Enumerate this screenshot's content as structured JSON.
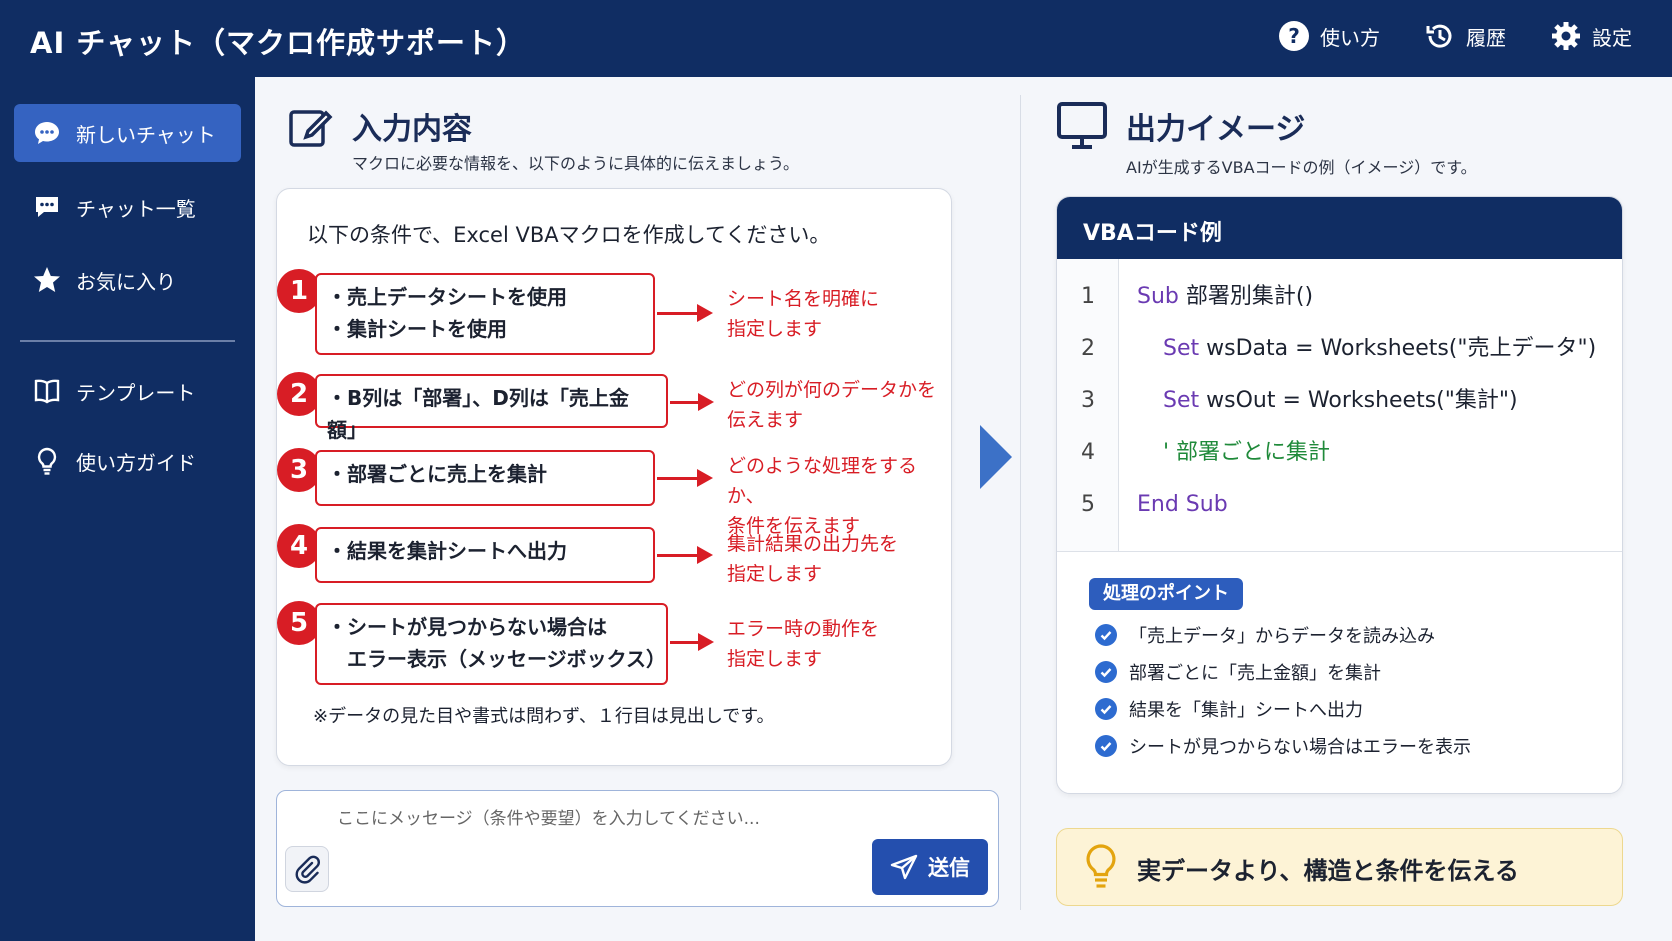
{
  "app": {
    "title": "AI チャット（マクロ作成サポート）"
  },
  "topbar": {
    "help": "使い方",
    "history": "履歴",
    "settings": "設定"
  },
  "sidebar": {
    "items": [
      {
        "label": "新しいチャット",
        "icon": "chat-bubble-icon"
      },
      {
        "label": "チャット一覧",
        "icon": "chat-list-icon"
      },
      {
        "label": "お気に入り",
        "icon": "star-icon"
      },
      {
        "label": "テンプレート",
        "icon": "book-icon"
      },
      {
        "label": "使い方ガイド",
        "icon": "lightbulb-icon"
      }
    ]
  },
  "input_panel": {
    "title": "入力内容",
    "subtitle": "マクロに必要な情報を、以下のように具体的に伝えましょう。",
    "intro": "以下の条件で、Excel VBAマクロを作成してください。",
    "conditions": [
      {
        "num": "1",
        "lines": [
          "・売上データシートを使用",
          "・集計シートを使用"
        ],
        "note": [
          "シート名を明確に",
          "指定します"
        ]
      },
      {
        "num": "2",
        "lines": [
          "・B列は「部署」、D列は「売上金額」"
        ],
        "note": [
          "どの列が何のデータかを",
          "伝えます"
        ]
      },
      {
        "num": "3",
        "lines": [
          "・部署ごとに売上を集計"
        ],
        "note": [
          "どのような処理をするか、",
          "条件を伝えます"
        ]
      },
      {
        "num": "4",
        "lines": [
          "・結果を集計シートへ出力"
        ],
        "note": [
          "集計結果の出力先を",
          "指定します"
        ]
      },
      {
        "num": "5",
        "lines": [
          "・シートが見つからない場合は",
          "　エラー表示（メッセージボックス）"
        ],
        "note": [
          "エラー時の動作を",
          "指定します"
        ]
      }
    ],
    "footnote": "※データの見た目や書式は問わず、１行目は見出しです。"
  },
  "message": {
    "placeholder": "ここにメッセージ（条件や要望）を入力してください...",
    "send_label": "送信"
  },
  "output_panel": {
    "title": "出力イメージ",
    "subtitle": "AIが生成するVBAコードの例（イメージ）です。",
    "code_title": "VBAコード例",
    "code_lines": [
      {
        "num": "1",
        "kw": "Sub",
        "text": " 部署別集計()"
      },
      {
        "num": "2",
        "kw": "Set",
        "text": " wsData = Worksheets(\"売上データ\")"
      },
      {
        "num": "3",
        "kw": "Set",
        "text": " wsOut = Worksheets(\"集計\")"
      },
      {
        "num": "4",
        "comment": "' 部署ごとに集計"
      },
      {
        "num": "5",
        "kw": "End Sub",
        "text": ""
      }
    ],
    "points_title": "処理のポイント",
    "points": [
      "「売上データ」からデータを読み込み",
      "部署ごとに「売上金額」を集計",
      "結果を「集計」シートへ出力",
      "シートが見つからない場合はエラーを表示"
    ],
    "tip": "実データより、構造と条件を伝える"
  },
  "colors": {
    "navy": "#102d63",
    "accent_red": "#d81d25",
    "accent_blue": "#244fae",
    "tip_bg": "#fdf3d6"
  }
}
